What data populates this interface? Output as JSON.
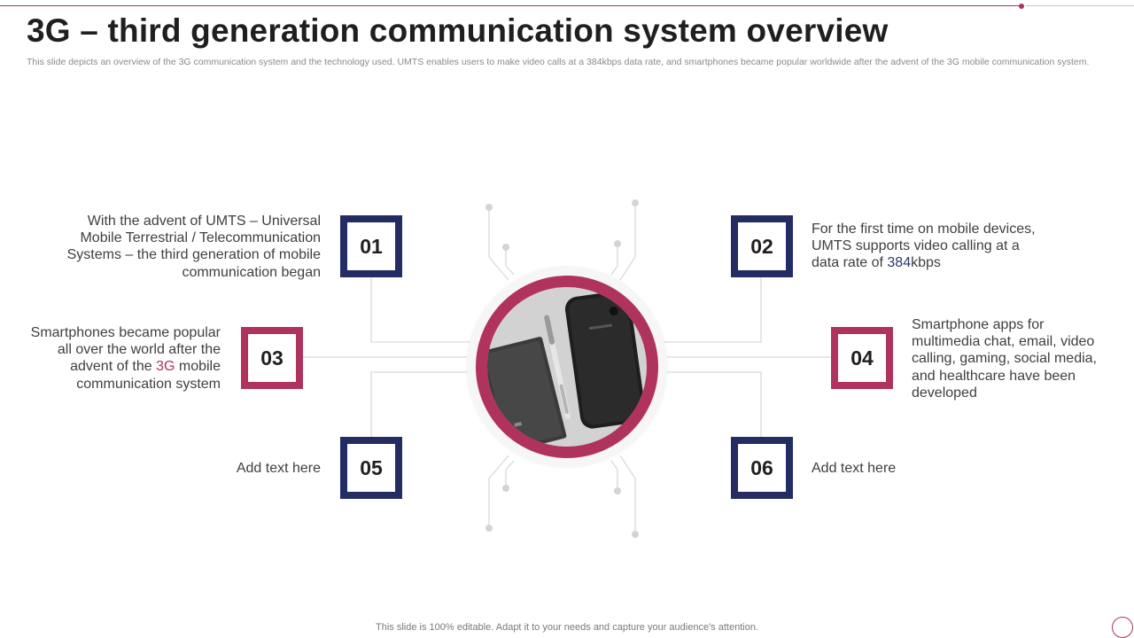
{
  "header": {
    "title": "3G – third generation communication system overview",
    "subtitle": "This slide depicts an overview of the 3G communication system and the technology used. UMTS enables users to make video calls at a 384kbps data rate, and smartphones became popular worldwide after the advent of the 3G mobile communication system."
  },
  "items": [
    {
      "number": "01",
      "text": "With the advent of UMTS – Universal Mobile Terrestrial / Telecommunication Systems – the third generation of mobile communication began"
    },
    {
      "number": "02",
      "text_before": "For the first time on mobile devices, UMTS supports video calling at a data rate of ",
      "highlight": "384",
      "text_after": "kbps"
    },
    {
      "number": "03",
      "text_before": "Smartphones became popular all over the world after the advent of the ",
      "highlight": "3G",
      "text_after": " mobile communication system"
    },
    {
      "number": "04",
      "text": "Smartphone apps for multimedia chat, email, video calling, gaming, social media, and healthcare have been developed"
    },
    {
      "number": "05",
      "text": "Add text here"
    },
    {
      "number": "06",
      "text": "Add text here"
    }
  ],
  "footer": "This slide is 100% editable. Adapt it to your needs and capture your audience's attention.",
  "colors": {
    "navy": "#232d63",
    "magenta": "#b0335e",
    "line_gray": "#d9d9d9"
  }
}
